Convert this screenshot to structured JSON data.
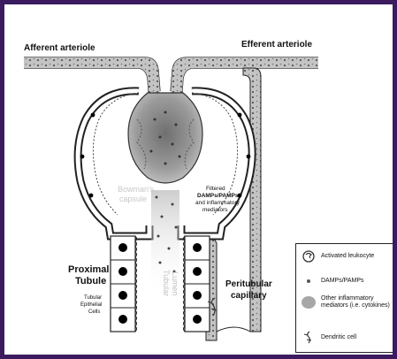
{
  "labels": {
    "afferent": "Afferent arteriole",
    "efferent": "Efferent arteriole",
    "bowmans_line1": "Bowman's",
    "bowmans_line2": "capsule",
    "filtered_line1": "Filtered",
    "filtered_line2": "DAMPs/PAMPs",
    "filtered_line3": "and inflammatory",
    "filtered_line4": "mediators",
    "proximal_line1": "Proximal",
    "proximal_line2": "Tubule",
    "epithelial_line1": "Tubular",
    "epithelial_line2": "Epithelial",
    "epithelial_line3": "Cells",
    "lumen_line1": "Tubular",
    "lumen_line2": "Lumen",
    "peritubular_line1": "Peritubular",
    "peritubular_line2": "capillary"
  },
  "legend": {
    "items": [
      {
        "icon": "activated-leukocyte-icon",
        "label": "Activated leukocyte"
      },
      {
        "icon": "damp-pamp-dot-icon",
        "label": "DAMPs/PAMPs"
      },
      {
        "icon": "inflammatory-mediator-cloud-icon",
        "label": "Other inflammatory mediators (i.e. cytokines)"
      },
      {
        "icon": "dendritic-cell-icon",
        "label": "Dendritic cell"
      }
    ]
  },
  "colors": {
    "frame_border": "#3b1a5f",
    "vessel_fill": "#bdbdbd",
    "glomerulus_fill": "#9a9a9a",
    "capsule_wall": "#ffffff",
    "cell_nucleus": "#000000"
  }
}
